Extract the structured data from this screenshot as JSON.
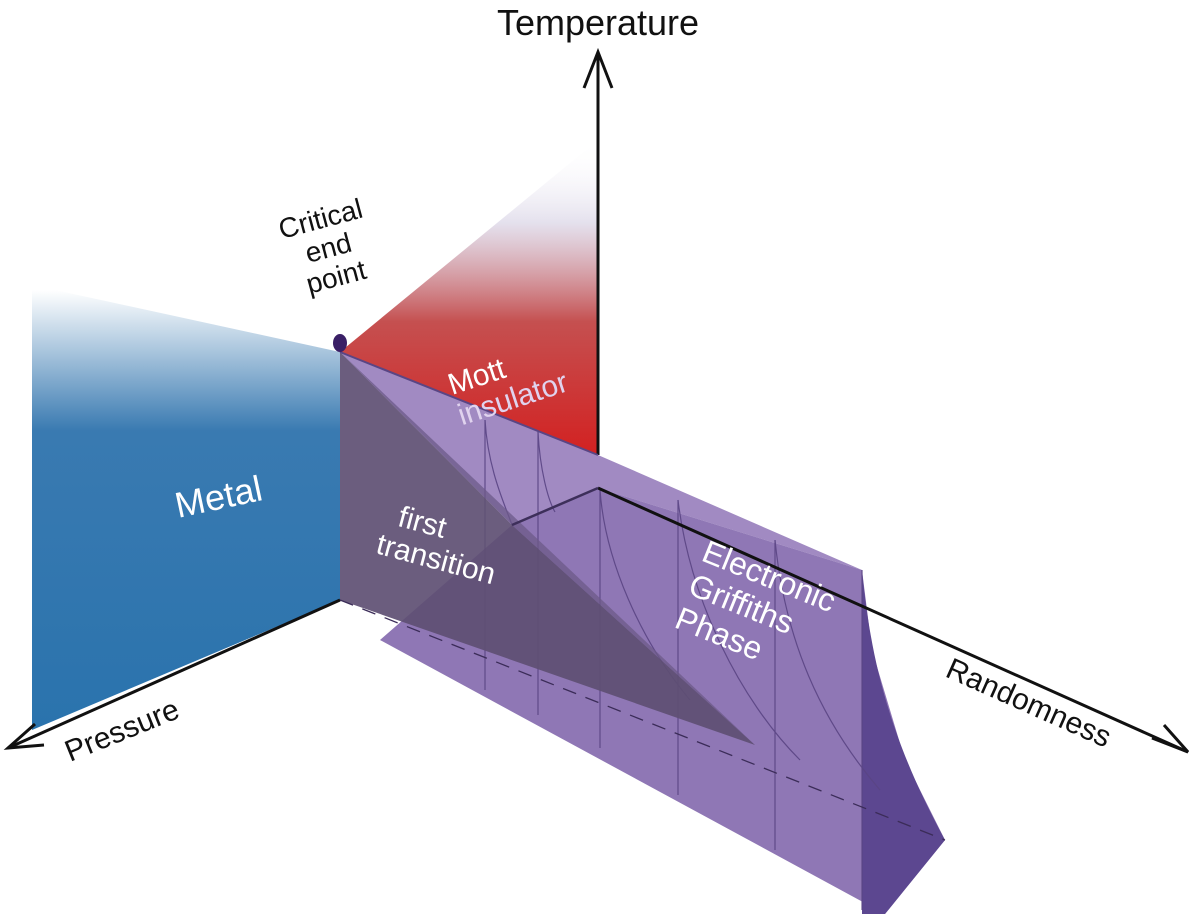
{
  "axes": {
    "temperature": "Temperature",
    "pressure": "Pressure",
    "randomness": "Randomness"
  },
  "regions": {
    "metal": "Metal",
    "mott_line1": "Mott",
    "mott_line2": "insulator",
    "first_line1": "first",
    "first_line2": "transition",
    "griffiths_line1": "Electronic",
    "griffiths_line2": "Griffiths",
    "griffiths_line3": "Phase"
  },
  "annotations": {
    "critical_line1": "Critical",
    "critical_line2": "end",
    "critical_line3": "point"
  },
  "colors": {
    "metal": "#2f73ad",
    "insulator": "#d42222",
    "wall_purple": "#7b5fa8",
    "first_transition": "#5e4f73",
    "critical_point": "#3a1f66"
  }
}
